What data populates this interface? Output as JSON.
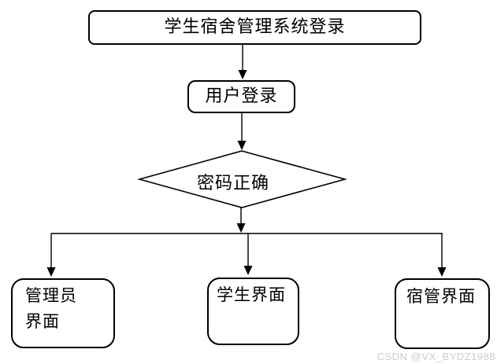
{
  "diagram": {
    "type": "flowchart",
    "nodes": {
      "start": {
        "id": "start",
        "shape": "rounded-rect",
        "label": "学生宿舍管理系统登录"
      },
      "login": {
        "id": "login",
        "shape": "rounded-rect",
        "label": "用户登录"
      },
      "decision": {
        "id": "decision",
        "shape": "diamond",
        "label": "密码正确"
      },
      "admin": {
        "id": "admin",
        "shape": "rounded-rect",
        "label": "管理员\n界面"
      },
      "student": {
        "id": "student",
        "shape": "rounded-rect",
        "label": "学生界面"
      },
      "dorm": {
        "id": "dorm",
        "shape": "rounded-rect",
        "label": "宿管界面"
      }
    },
    "edges": [
      {
        "from": "start",
        "to": "login"
      },
      {
        "from": "login",
        "to": "decision"
      },
      {
        "from": "decision",
        "to": "admin"
      },
      {
        "from": "decision",
        "to": "student"
      },
      {
        "from": "decision",
        "to": "dorm"
      }
    ]
  },
  "colors": {
    "background": "#ffffff",
    "stroke": "#000000",
    "text": "#000000",
    "watermark": "#cccccc"
  },
  "watermark": {
    "text": "CSDN @VX_BYDZ1988"
  }
}
